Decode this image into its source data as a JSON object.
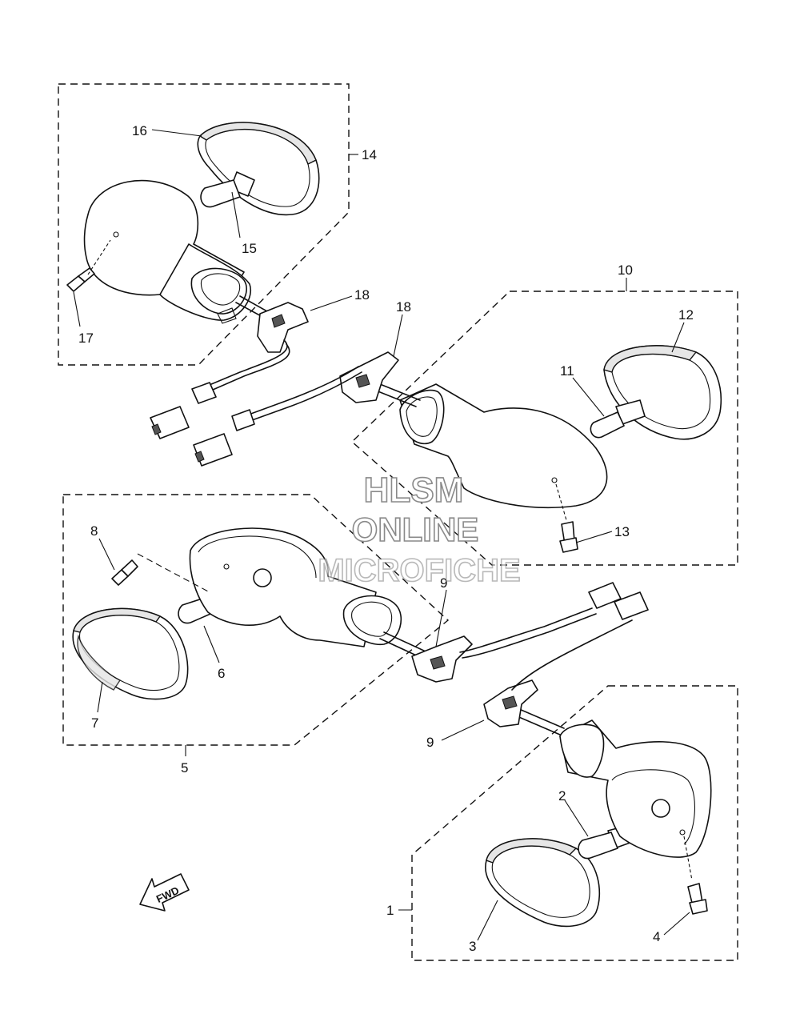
{
  "callouts": {
    "c1": "1",
    "c2": "2",
    "c3": "3",
    "c4": "4",
    "c5": "5",
    "c6": "6",
    "c7": "7",
    "c8": "8",
    "c9a": "9",
    "c9b": "9",
    "c10": "10",
    "c11": "11",
    "c12": "12",
    "c13": "13",
    "c14": "14",
    "c15": "15",
    "c16": "16",
    "c17": "17",
    "c18a": "18",
    "c18b": "18"
  },
  "watermark": {
    "line1": "HLSM",
    "line2": "ONLINE",
    "line3": "MICROFICHE"
  },
  "direction_badge": "FWD"
}
